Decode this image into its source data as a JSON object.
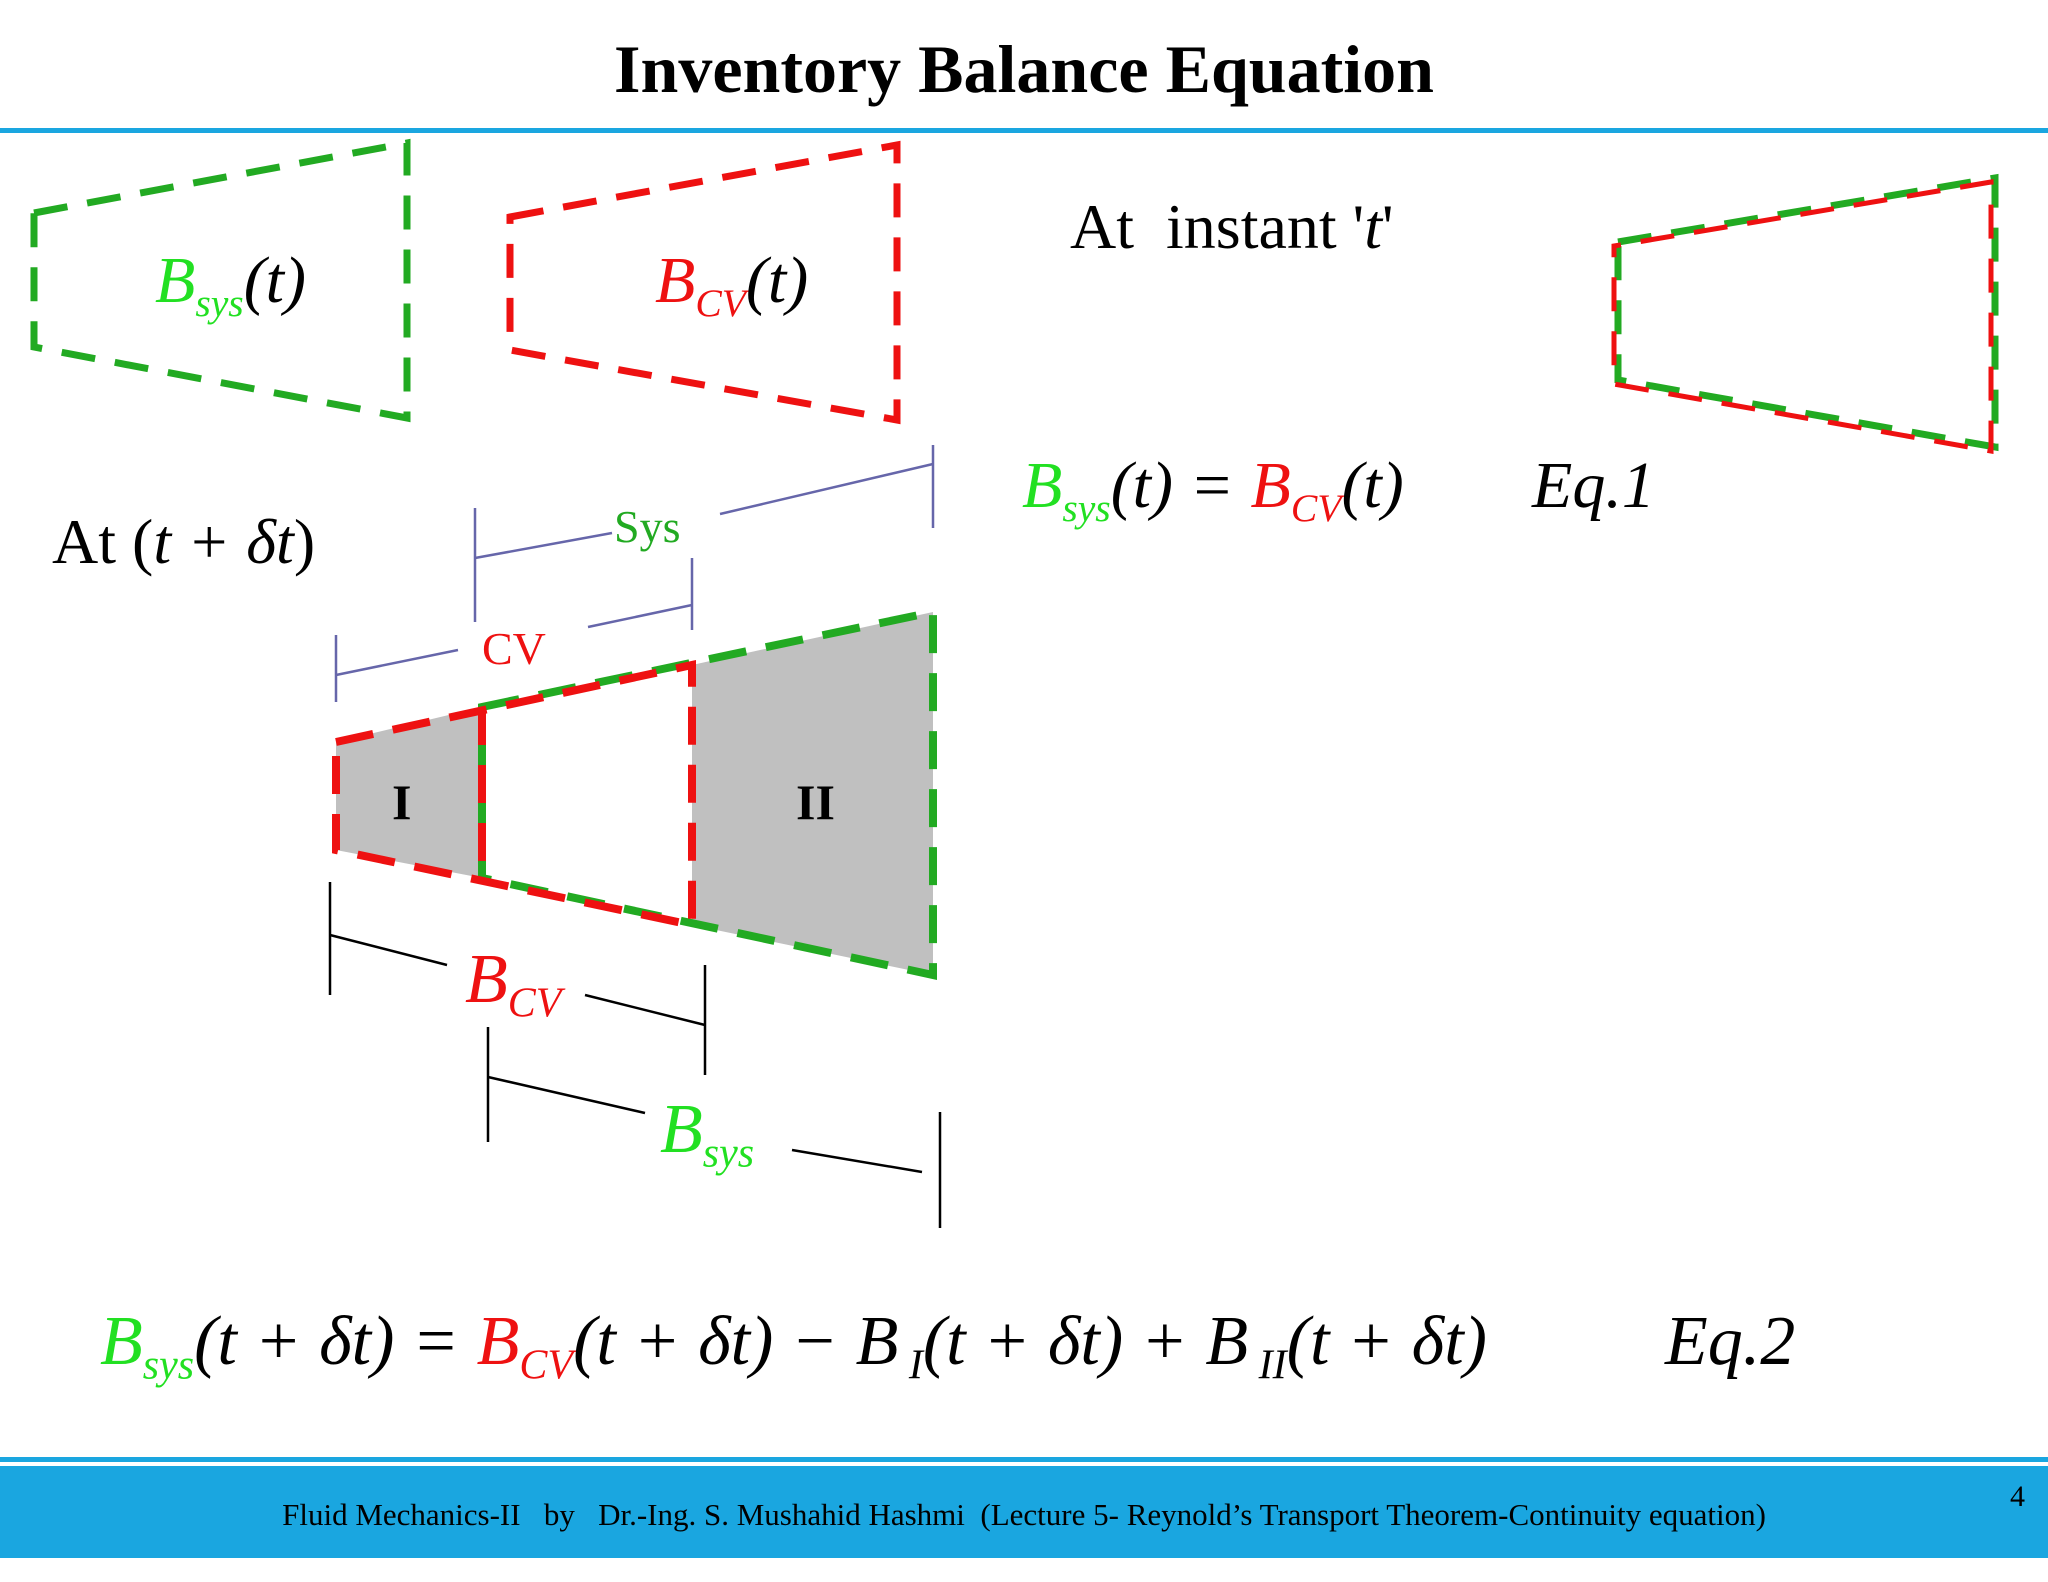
{
  "title": "Inventory Balance Equation",
  "top_labels": {
    "bsys_t": {
      "base": "B",
      "sub": "sys",
      "arg": "(t)"
    },
    "bcv_t": {
      "base": "B",
      "sub": "CV",
      "arg": "(t)"
    },
    "at_instant": {
      "prefix": "At  instant '",
      "var": "t",
      "suffix": "'"
    }
  },
  "at_dt": {
    "prefix": "At (",
    "var": "t + δt",
    "suffix": ")"
  },
  "eq1": {
    "lhs_base": "B",
    "lhs_sub": "sys",
    "lhs_arg": "(t) = ",
    "rhs_base": "B",
    "rhs_sub": "CV",
    "rhs_arg": "(t)",
    "tag": "Eq.1"
  },
  "diagram": {
    "sys_label": "Sys",
    "cv_label": "CV",
    "region1": "I",
    "region2": "II",
    "bcv": {
      "base": "B",
      "sub": "CV"
    },
    "bsys": {
      "base": "B",
      "sub": "sys"
    }
  },
  "eq2": {
    "t1_base": "B",
    "t1_sub": "sys",
    "t1_arg": "(t + δt) = ",
    "t2_base": "B",
    "t2_sub": "CV",
    "t2_arg": "(t + δt) − ",
    "t3_base": "B",
    "t3_sub": " I",
    "t3_arg": "(t + δt) + ",
    "t4_base": "B",
    "t4_sub": " II",
    "t4_arg": "(t + δt)",
    "tag": "Eq.2"
  },
  "footer": "Fluid Mechanics-II   by   Dr.-Ing. S. Mushahid Hashmi  (Lecture 5- Reynold’s Transport Theorem-Continuity equation)",
  "page_number": "4",
  "colors": {
    "accent": "#1aa6e0",
    "system": "#22aa22",
    "cv": "#ee1111",
    "region_fill": "#c0c0c0"
  }
}
